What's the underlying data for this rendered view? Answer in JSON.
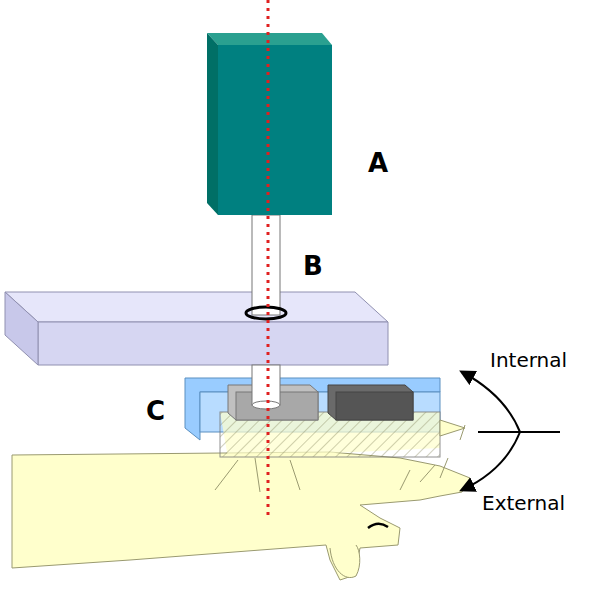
{
  "diagram": {
    "labels": [
      "A",
      "B",
      "C",
      "Internal",
      "External"
    ]
  }
}
